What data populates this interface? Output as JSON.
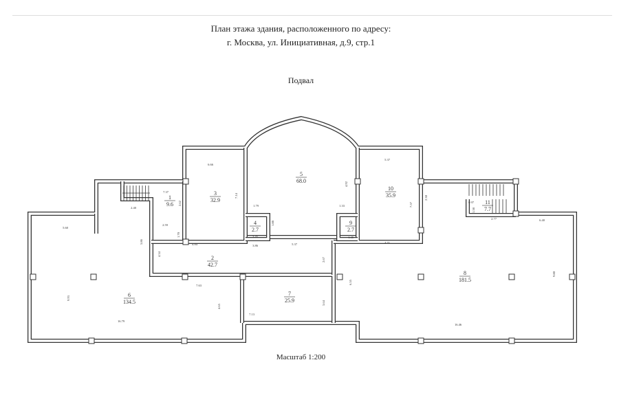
{
  "header": {
    "title_line1": "План этажа здания, расположенного по адресу:",
    "title_line2": "г. Москва, ул. Инициативная, д.9, стр.1",
    "floor": "Подвал"
  },
  "footer": {
    "scale": "Масштаб 1:200"
  },
  "rooms": [
    {
      "no": "1",
      "area": "9.6"
    },
    {
      "no": "2",
      "area": "42.7"
    },
    {
      "no": "3",
      "area": "32.9"
    },
    {
      "no": "4",
      "area": "2.7"
    },
    {
      "no": "5",
      "area": "68.0"
    },
    {
      "no": "6",
      "area": "134.5"
    },
    {
      "no": "7",
      "area": "25.9"
    },
    {
      "no": "8",
      "area": "181.5"
    },
    {
      "no": "9",
      "area": "2.7"
    },
    {
      "no": "10",
      "area": "35.9"
    },
    {
      "no": "11",
      "area": "7.7"
    }
  ],
  "dimensions": [
    "6.66",
    "7.37",
    "2.40",
    "2.62",
    "7.14",
    "2.59",
    "1.70",
    "5.86",
    "5.60",
    "4.84",
    "3.45",
    "3.86",
    "5.37",
    "1.79",
    "1.88",
    "4.92",
    "1.33",
    "5.37",
    "2.30",
    "7.57",
    "0.97",
    "1.58",
    "2.77",
    "6.40",
    "1.45",
    "4.71",
    "4.34",
    "2.67",
    "7.63",
    "4.65",
    "9.93",
    "16.79",
    "7.13",
    "3.64",
    "6.55",
    "9.80",
    "16.46"
  ]
}
